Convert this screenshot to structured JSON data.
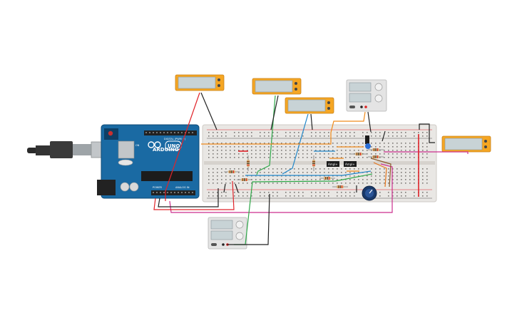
{
  "arduino": {
    "brand": "ARDUINO",
    "model": "UNO",
    "digital_label": "DIGITAL (PWM ~)",
    "power_label": "POWER",
    "analog_label": "ANALOG IN",
    "on_label": "ON"
  },
  "chips": [
    {
      "label": "Ampl+"
    },
    {
      "label": "Ampl+"
    }
  ],
  "colors": {
    "wire_red": "#e0242a",
    "wire_black": "#222222",
    "wire_orange": "#f08a1c",
    "wire_blue": "#1f86c9",
    "wire_green": "#2fa84a",
    "wire_magenta": "#cc2f8e",
    "arduino_blue": "#1a6aa3",
    "breadboard": "#e9e7e4",
    "display_frame": "#f5a623",
    "display_screen": "#c8d3d6"
  }
}
